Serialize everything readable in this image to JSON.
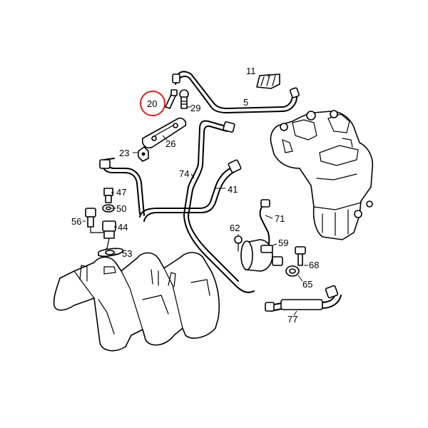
{
  "callouts": [
    {
      "id": "11",
      "text": "11"
    },
    {
      "id": "20",
      "text": "20"
    },
    {
      "id": "29",
      "text": "29"
    },
    {
      "id": "5",
      "text": "5"
    },
    {
      "id": "26",
      "text": "26"
    },
    {
      "id": "23",
      "text": "23"
    },
    {
      "id": "74",
      "text": "74"
    },
    {
      "id": "47",
      "text": "47"
    },
    {
      "id": "41",
      "text": "41"
    },
    {
      "id": "50",
      "text": "50"
    },
    {
      "id": "56",
      "text": "56"
    },
    {
      "id": "44",
      "text": "44"
    },
    {
      "id": "71",
      "text": "71"
    },
    {
      "id": "62",
      "text": "62"
    },
    {
      "id": "59",
      "text": "59"
    },
    {
      "id": "53",
      "text": "53"
    },
    {
      "id": "68",
      "text": "68"
    },
    {
      "id": "65",
      "text": "65"
    },
    {
      "id": "77",
      "text": "77"
    }
  ],
  "highlight": {
    "part": "20",
    "color": "#d81e1e"
  }
}
